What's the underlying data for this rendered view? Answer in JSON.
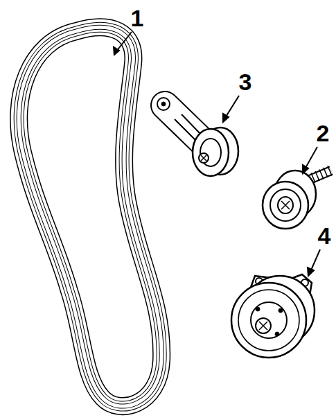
{
  "diagram": {
    "labels": [
      "1",
      "3",
      "2",
      "4"
    ]
  }
}
